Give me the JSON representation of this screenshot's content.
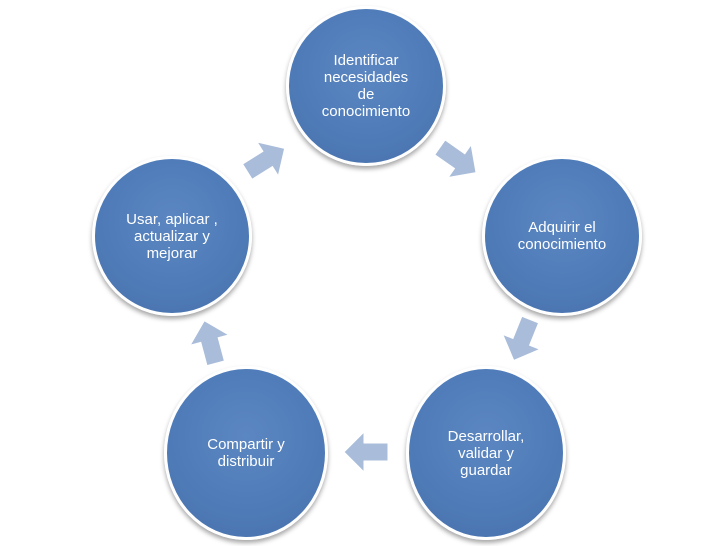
{
  "diagram": {
    "nodes": [
      {
        "label": "Identificar\nnecesidades\nde\nconocimiento"
      },
      {
        "label": "Adquirir el\nconocimiento"
      },
      {
        "label": "Desarrollar,\nvalidar y\nguardar"
      },
      {
        "label": "Compartir y\ndistribuir"
      },
      {
        "label": "Usar, aplicar ,\nactualizar y\nmejorar"
      }
    ],
    "colors": {
      "node_fill": "#4f7cb9",
      "node_border": "#ffffff",
      "arrow_fill": "#a9bcd9",
      "text": "#ffffff"
    }
  }
}
